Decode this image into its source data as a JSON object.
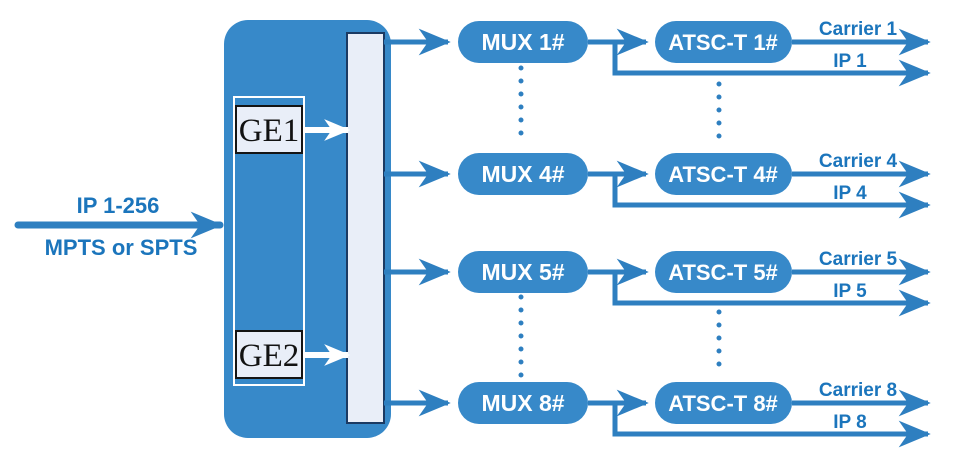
{
  "colors": {
    "box_blue": "#3789c9",
    "line_blue": "#2e7fc0",
    "label_blue": "#1b75bc",
    "panel_light": "#e9eef8",
    "bar_border": "#1b3a63"
  },
  "input": {
    "label_top": "IP 1-256",
    "label_bottom": "MPTS or SPTS"
  },
  "gateway": {
    "ports": [
      {
        "label": "GE1"
      },
      {
        "label": "GE2"
      }
    ]
  },
  "rows": [
    {
      "mux": "MUX 1#",
      "atsc": "ATSC-T 1#",
      "carrier": "Carrier 1",
      "ip": "IP 1"
    },
    {
      "mux": "MUX 4#",
      "atsc": "ATSC-T 4#",
      "carrier": "Carrier 4",
      "ip": "IP 4"
    },
    {
      "mux": "MUX 5#",
      "atsc": "ATSC-T 5#",
      "carrier": "Carrier 5",
      "ip": "IP 5"
    },
    {
      "mux": "MUX 8#",
      "atsc": "ATSC-T 8#",
      "carrier": "Carrier 8",
      "ip": "IP 8"
    }
  ]
}
